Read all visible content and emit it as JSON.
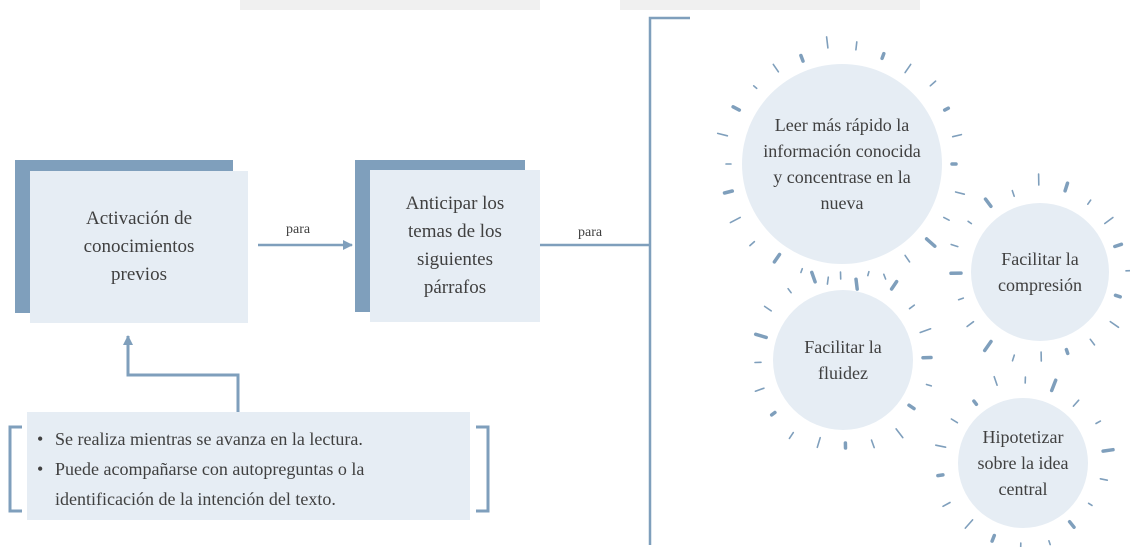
{
  "nodes": {
    "activacion": "Activación de conocimientos previos",
    "anticipar": "Anticipar los temas de los siguientes párrafos",
    "leer": "Leer más rápido la información conocida y concentrase en la nueva",
    "comprension": "Facilitar la compresión",
    "fluidez": "Facilitar la fluidez",
    "hipotetizar": "Hipotetizar sobre la idea central"
  },
  "edges": {
    "para1": "para",
    "para2": "para"
  },
  "notes": [
    "Se realiza mientras se avanza en la lectura.",
    "Puede acompañarse con autopreguntas o la identificación de la intención del texto."
  ],
  "colors": {
    "box_fill": "#e6edf4",
    "box_shadow": "#7f9fbc",
    "line": "#7f9fbc",
    "text": "#404040"
  }
}
